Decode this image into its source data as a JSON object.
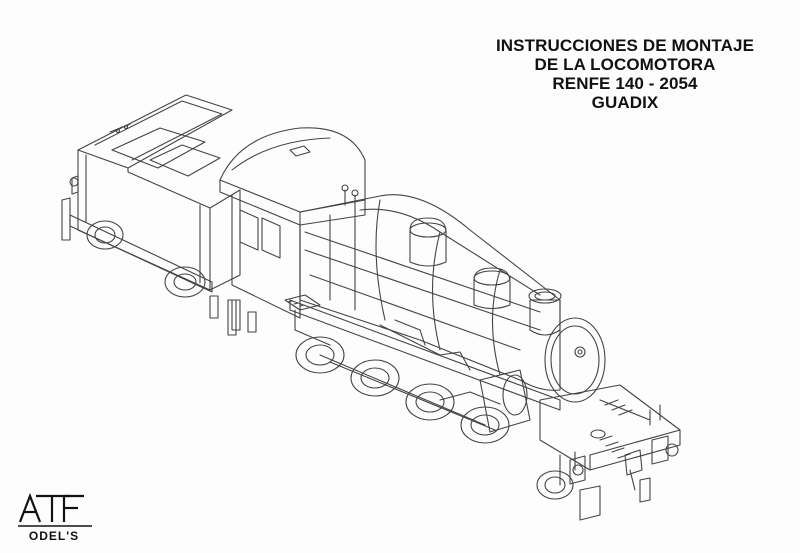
{
  "title": {
    "lines": [
      "INSTRUCCIONES DE MONTAJE",
      "DE LA LOCOMOTORA",
      "RENFE 140 - 2054",
      "GUADIX"
    ]
  },
  "logo": {
    "main_text": "ATF",
    "sub_text": "ODEL'S"
  },
  "colors": {
    "ink": "#111111",
    "line": "#444444",
    "paper": "#fdfdfd"
  }
}
